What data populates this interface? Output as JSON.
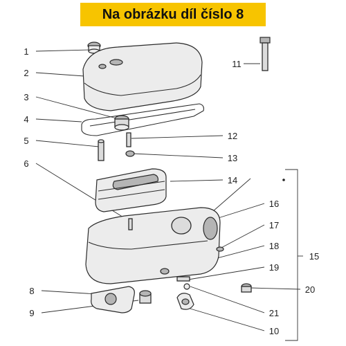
{
  "banner": {
    "text": "Na obrázku díl číslo 8",
    "color": "#f7c400"
  },
  "callouts": [
    "1",
    "2",
    "3",
    "4",
    "5",
    "6",
    "8",
    "9",
    "10",
    "11",
    "12",
    "13",
    "14",
    "15",
    "16",
    "17",
    "18",
    "19",
    "20",
    "21"
  ]
}
